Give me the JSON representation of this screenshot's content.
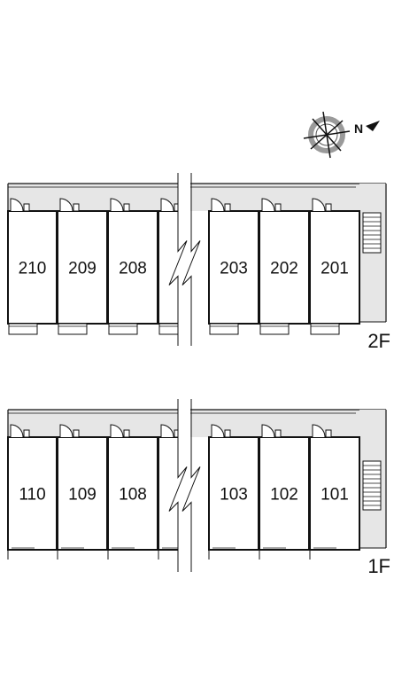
{
  "compass": {
    "letter": "N",
    "icon": "compass-icon"
  },
  "floors": [
    {
      "id": "floor-2",
      "label": "2F",
      "units": [
        "210",
        "209",
        "208",
        "",
        "203",
        "202",
        "201"
      ]
    },
    {
      "id": "floor-1",
      "label": "1F",
      "units": [
        "110",
        "109",
        "108",
        "",
        "103",
        "102",
        "101"
      ]
    }
  ],
  "colors": {
    "corridor": "#e6e6e6",
    "line": "#111111",
    "room": "#ffffff"
  }
}
